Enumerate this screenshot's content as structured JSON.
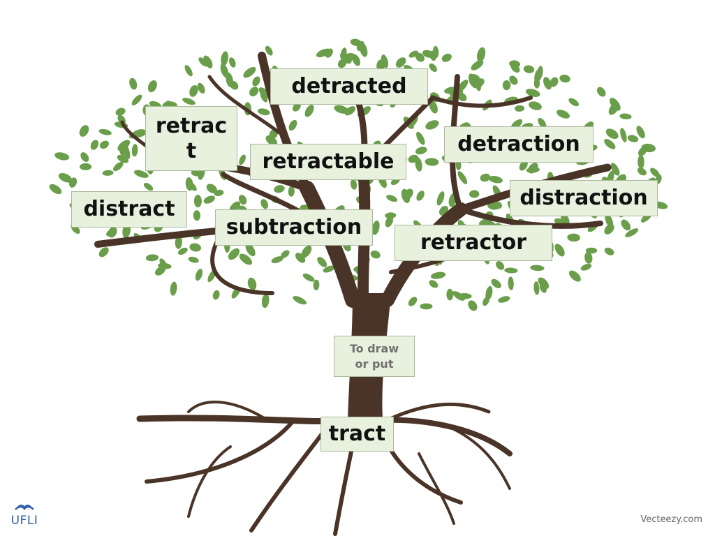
{
  "root_word": "tract",
  "root_meaning": "To draw\nor put",
  "branch_words": {
    "detracted": "detracted",
    "retract": "retrac\nt",
    "retractable": "retractable",
    "detraction": "detraction",
    "distraction": "distraction",
    "distract": "distract",
    "subtraction": "subtraction",
    "retractor": "retractor"
  },
  "logo_text": "UFLI",
  "credit": "Vecteezy.com",
  "colors": {
    "trunk": "#4a3327",
    "leaf": "#6a9e4b",
    "label_bg": "#e8f1dd",
    "label_border": "#aab89c",
    "logo": "#2e5fa8"
  }
}
